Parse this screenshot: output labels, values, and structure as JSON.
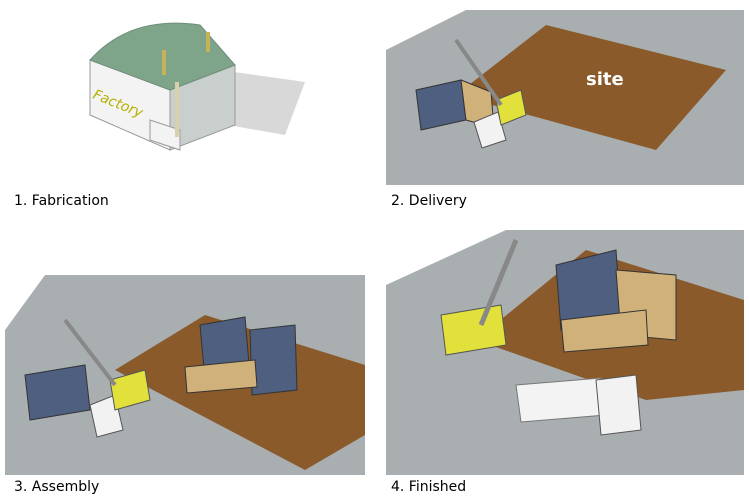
{
  "captions": {
    "fabrication": "1. Fabrication",
    "delivery": "2. Delivery",
    "assembly": "3. Assembly",
    "finished": "4. Finished"
  },
  "labels": {
    "factory": "Factory",
    "site": "site"
  },
  "colors": {
    "ground": "#a9aeb1",
    "site": "#8a5a2b",
    "module": "#4e5f80",
    "crane": "#e2e03a",
    "factory": "#e8ece9",
    "truck_cab": "#f2f2f2"
  }
}
